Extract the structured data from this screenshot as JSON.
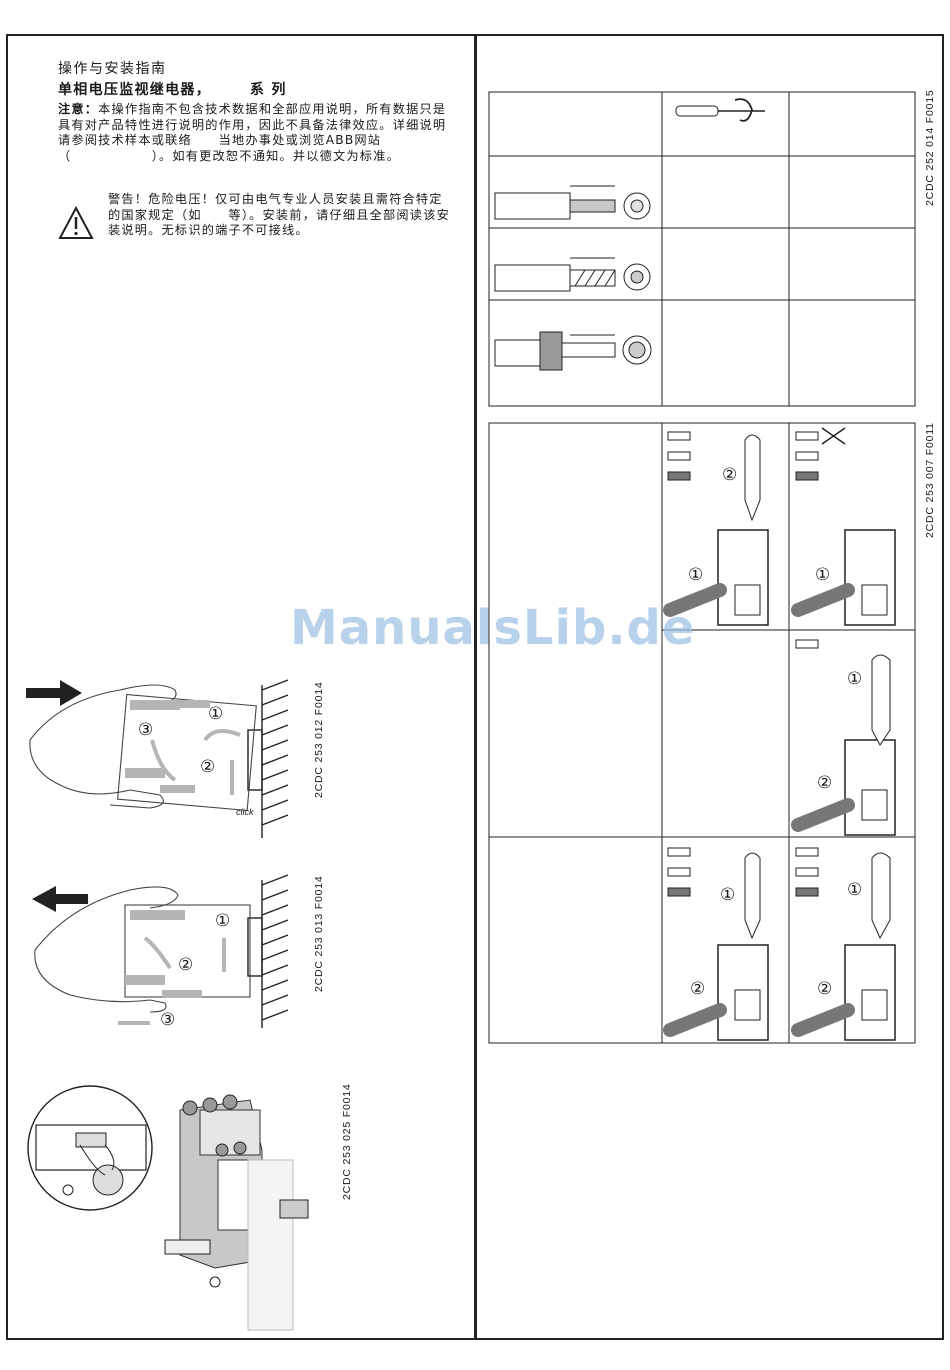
{
  "document": {
    "title": "操作与安装指南",
    "subtitle": "单相电压监视继电器，　　　系 列",
    "note_label": "注意：",
    "note_text": "本操作指南不包含技术数据和全部应用说明，所有数据只是具有对产品特性进行说明的作用，因此不具备法律效应。详细说明请参阅技术样本或联络　　当地办事处或浏览ABB网站（　　　　　　）。如有更改恕不通知。并以德文为标准。",
    "warning_text": "警告！危险电压！仅可由电气专业人员安装且需符合特定的国家规定（如　　等）。安装前，请仔细且全部阅读该安装说明。无标识的端子不可接线。",
    "watermark": "ManualsLib.de",
    "click_label": "click"
  },
  "figure_codes": {
    "mount": "2CDC 253 012 F0014",
    "dismount": "2CDC 253 013 F0014",
    "seal": "2CDC 253 025 F0014",
    "wire_table": "2CDC 252 014 F0015",
    "terminal_table": "2CDC 253 007 F0011"
  },
  "step_markers": {
    "one": "①",
    "two": "②",
    "three": "③"
  },
  "colors": {
    "line": "#222222",
    "gray": "#b5b5b5",
    "dark_gray": "#555555",
    "watermark": "#9ec2e6"
  },
  "icons": [
    "warning-triangle-icon",
    "screwdriver-icon",
    "arrow-right-icon",
    "arrow-left-icon"
  ]
}
